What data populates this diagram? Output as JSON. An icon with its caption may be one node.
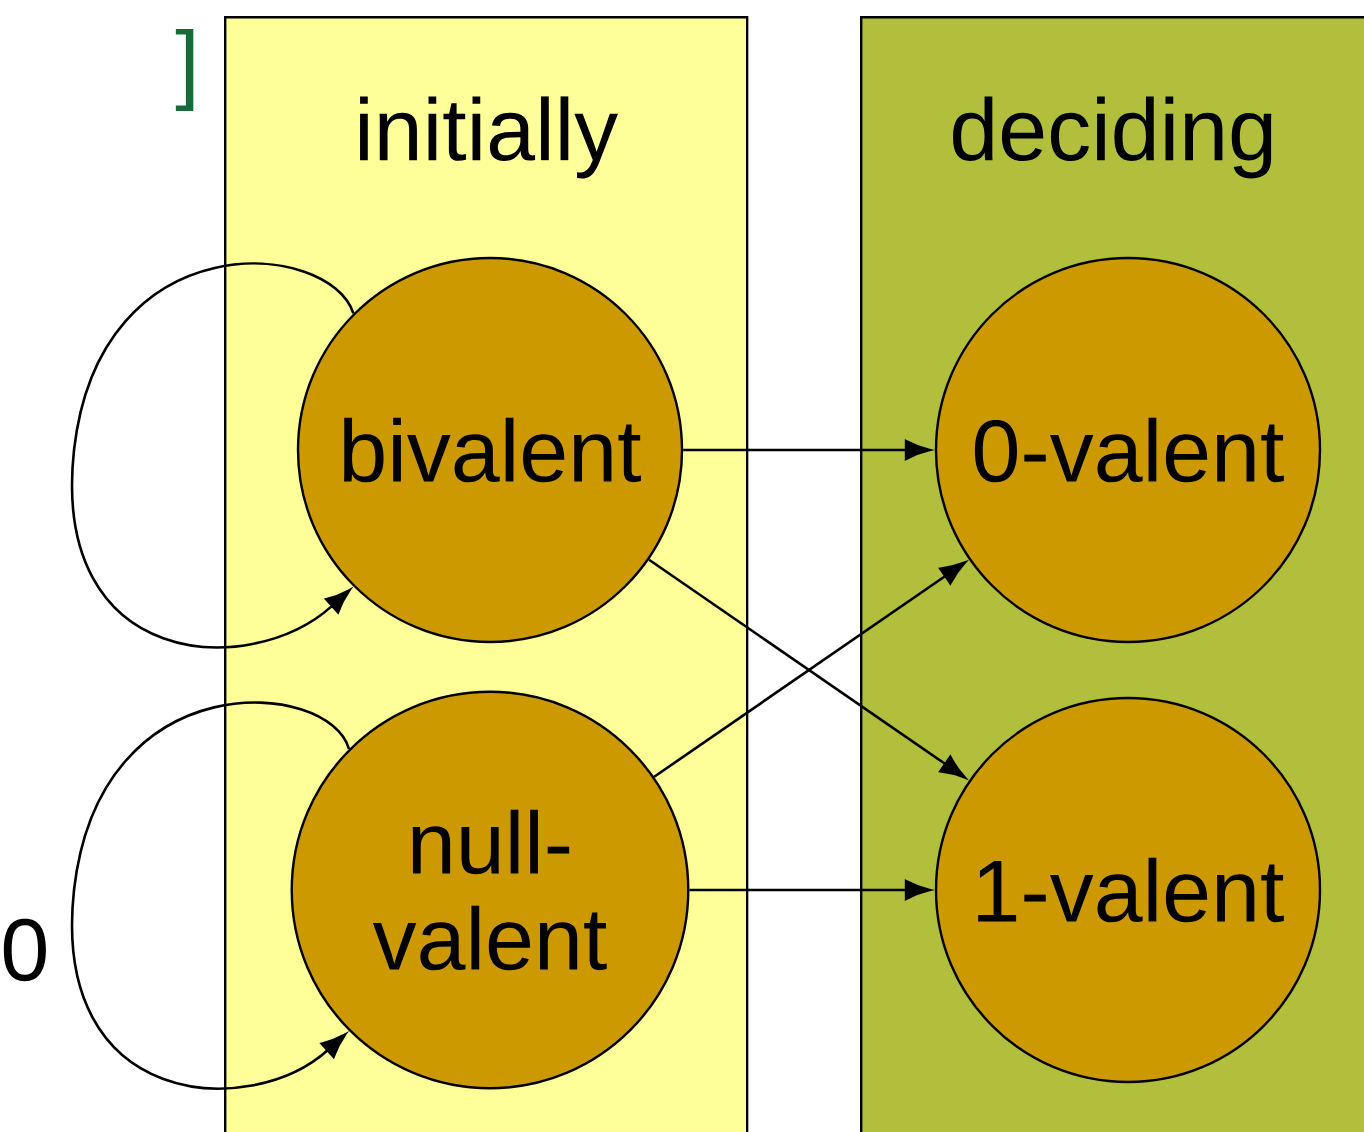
{
  "diagram": {
    "nodes": [
      {
        "text": [
          "initially"
        ]
      },
      {
        "text": [
          "deciding"
        ]
      },
      {
        "text": [
          "bivalent"
        ],
        "in": 0
      },
      {
        "text": [
          "null-valent"
        ],
        "in": 0
      },
      {
        "text": [
          "0-valent"
        ],
        "in": 1
      },
      {
        "text": [
          "1-valent"
        ],
        "in": 1
      }
    ],
    "edges": [
      {
        "from": 2,
        "to": 2,
        "arrow": "to"
      },
      {
        "from": 2,
        "to": 4,
        "arrow": "to"
      },
      {
        "from": 2,
        "to": 5,
        "arrow": "to"
      },
      {
        "from": 3,
        "to": 3,
        "arrow": "to"
      },
      {
        "from": 3,
        "to": 4,
        "arrow": "to"
      },
      {
        "from": 3,
        "to": 5,
        "arrow": "to"
      }
    ],
    "labels": [
      "]",
      "0"
    ]
  }
}
